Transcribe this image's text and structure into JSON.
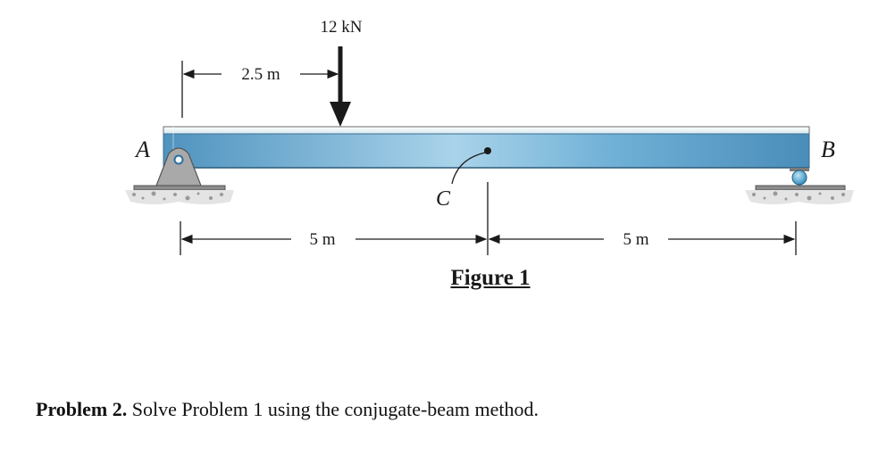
{
  "figure": {
    "load_label": "12 kN",
    "load_position_label": "2.5 m",
    "span_left_label": "5 m",
    "span_right_label": "5 m",
    "point_a": "A",
    "point_b": "B",
    "point_c": "C",
    "caption": "Figure 1"
  },
  "problem": {
    "heading": "Problem 2.",
    "text": " Solve Problem 1 using the conjugate-beam method."
  },
  "colors": {
    "beam": "#5ea2c8",
    "beam_highlight": "#bfe0f0",
    "support": "#9a9a9a",
    "roller": "#3a98c8"
  }
}
